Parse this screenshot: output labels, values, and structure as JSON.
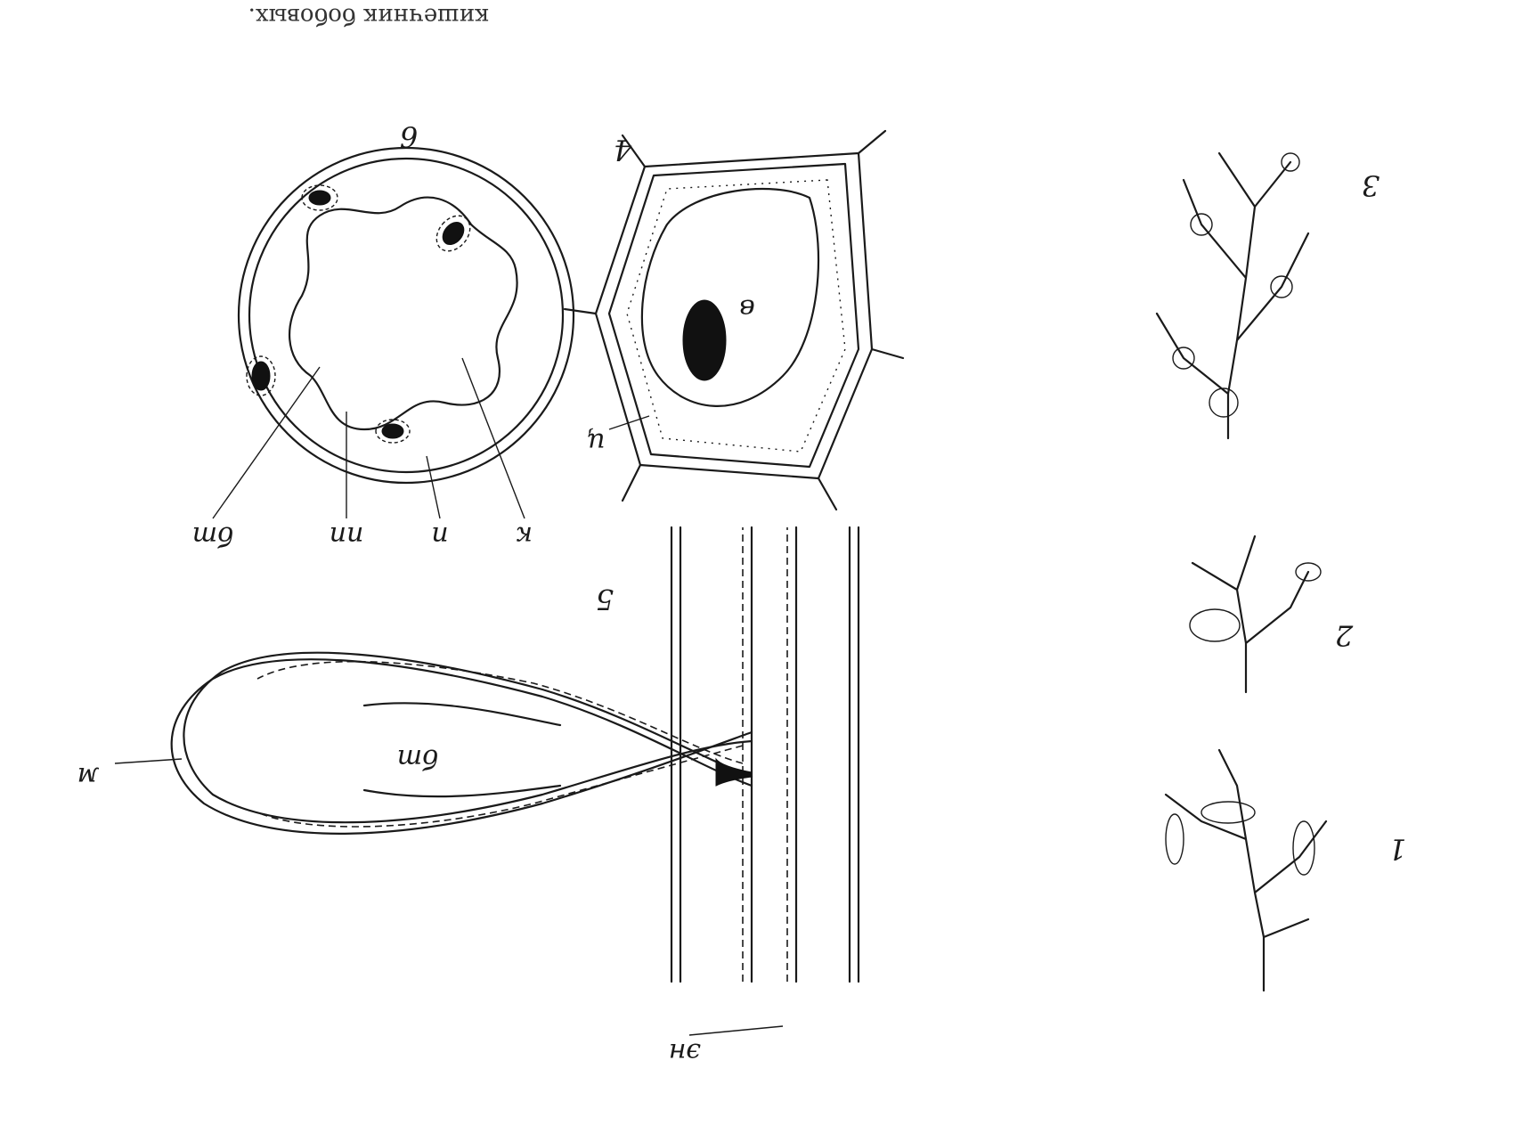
{
  "caption_fragment": "кишечник бобовых.",
  "figure_numbers": {
    "fig1": "1",
    "fig2": "2",
    "fig3": "3",
    "fig4": "4",
    "fig5": "5",
    "fig6": "6"
  },
  "labels": {
    "k": "к",
    "p": "п",
    "pp": "пп",
    "bt": "бт",
    "m": "м",
    "en": "эн",
    "c": "ц",
    "v": "в"
  },
  "colors": {
    "ink": "#1a1a1a",
    "paper": "#ffffff"
  }
}
